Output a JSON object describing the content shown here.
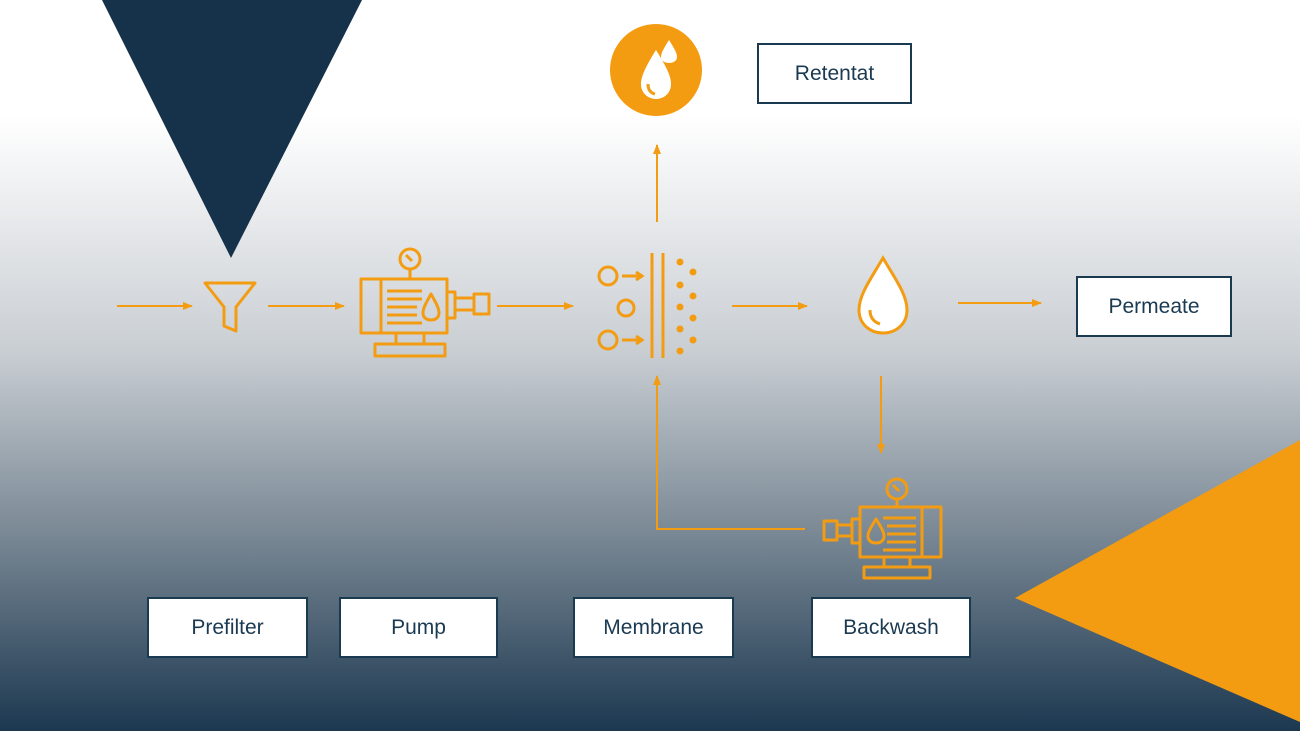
{
  "colors": {
    "accent": "#f39c12",
    "navy": "#16324a",
    "box_border": "#1a3a52",
    "box_text": "#1a3a52"
  },
  "icons": {
    "prefilter": "funnel-icon",
    "pump": "pump-icon",
    "membrane": "membrane-filtration-icon",
    "retentate": "drops-icon",
    "permeate": "water-drop-icon",
    "backwash": "backwash-pump-icon"
  },
  "labels": {
    "retentat": "Retentat",
    "permeate": "Permeate",
    "prefilter": "Prefilter",
    "pump": "Pump",
    "membrane": "Membrane",
    "backwash": "Backwash"
  }
}
